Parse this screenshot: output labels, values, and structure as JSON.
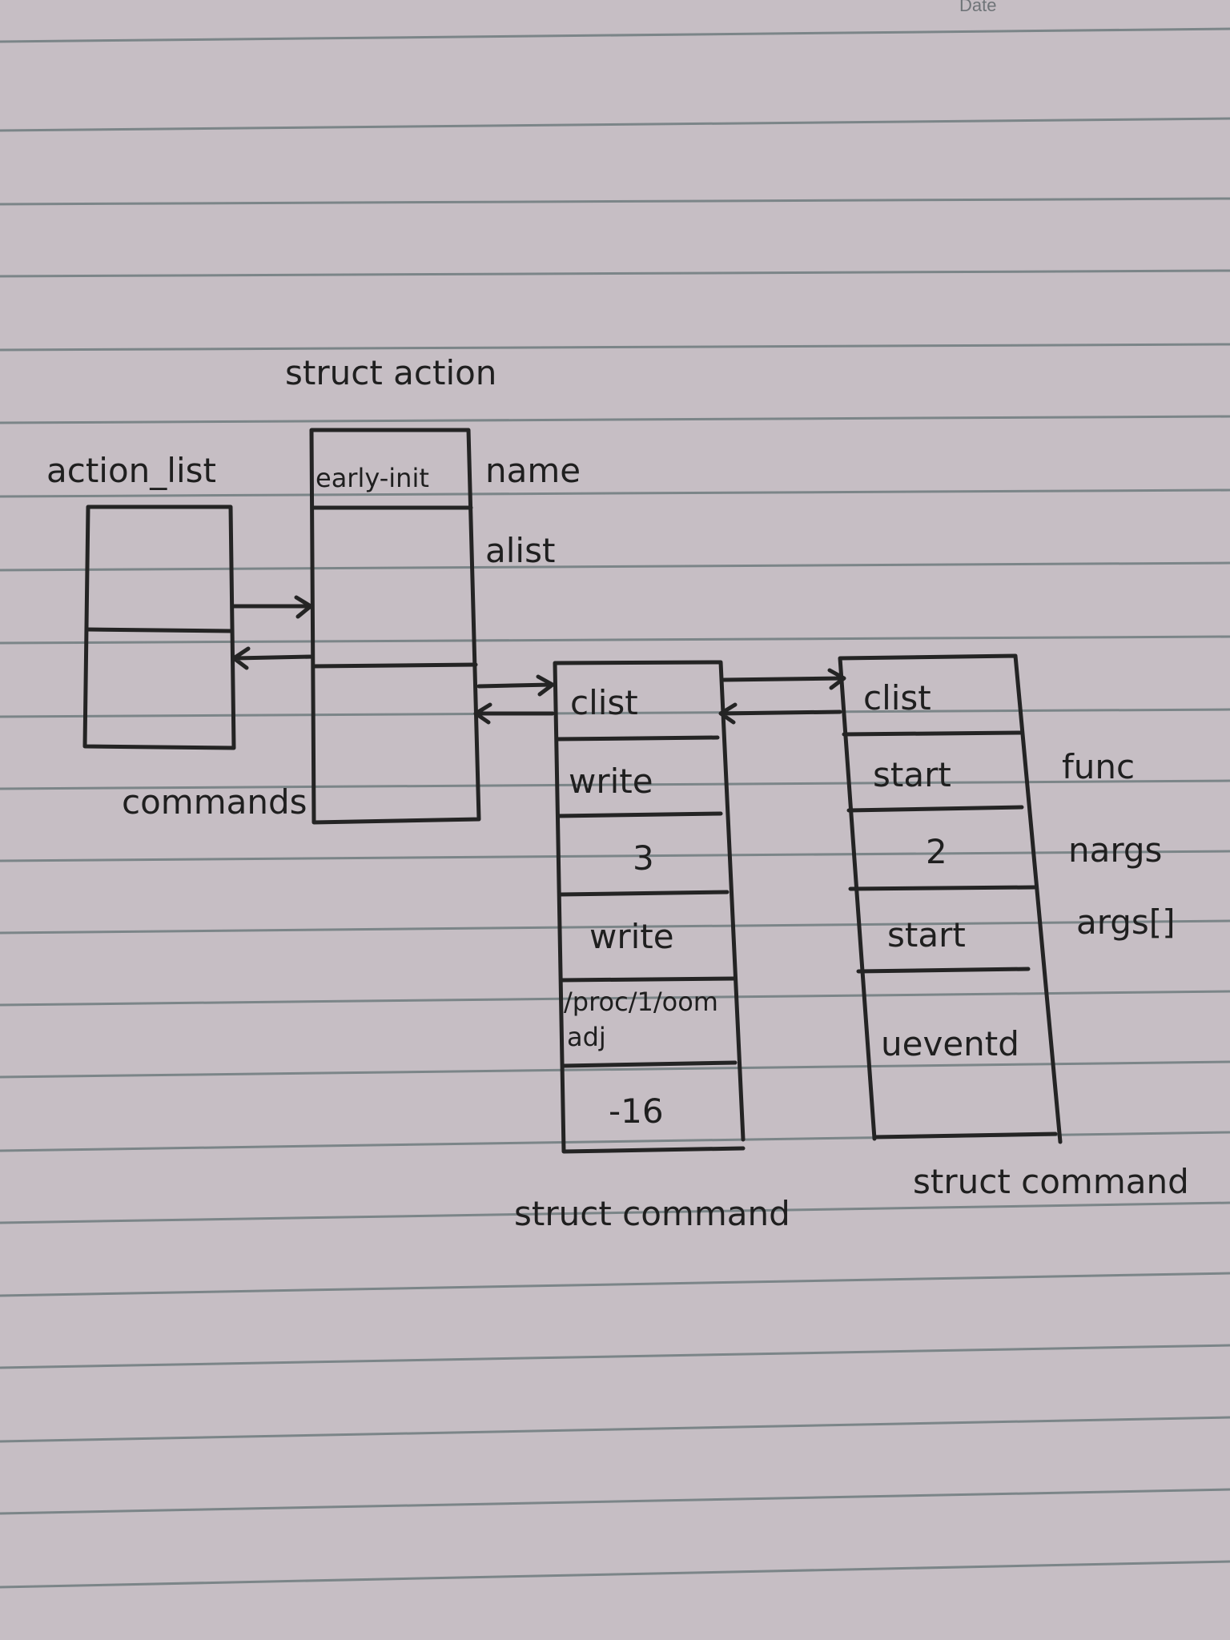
{
  "header": {
    "date_label": "Date"
  },
  "labels": {
    "struct_action": "struct action",
    "action_list": "action_list",
    "commands": "commands",
    "name": "name",
    "alist": "alist",
    "func": "func",
    "nargs": "nargs",
    "args": "args[]",
    "struct_command_1": "struct command",
    "struct_command_2": "struct command"
  },
  "action_box": {
    "name_value": "early-init"
  },
  "command_1": {
    "cells": [
      "clist",
      "write",
      "3",
      "write",
      "/proc/1/oom",
      "adj",
      "-16"
    ]
  },
  "command_2": {
    "cells": [
      "clist",
      "start",
      "2",
      "start",
      "ueventd"
    ]
  },
  "colors": {
    "paper": "#c6bec4",
    "rule": "#7b8588",
    "ink": "#242424"
  }
}
